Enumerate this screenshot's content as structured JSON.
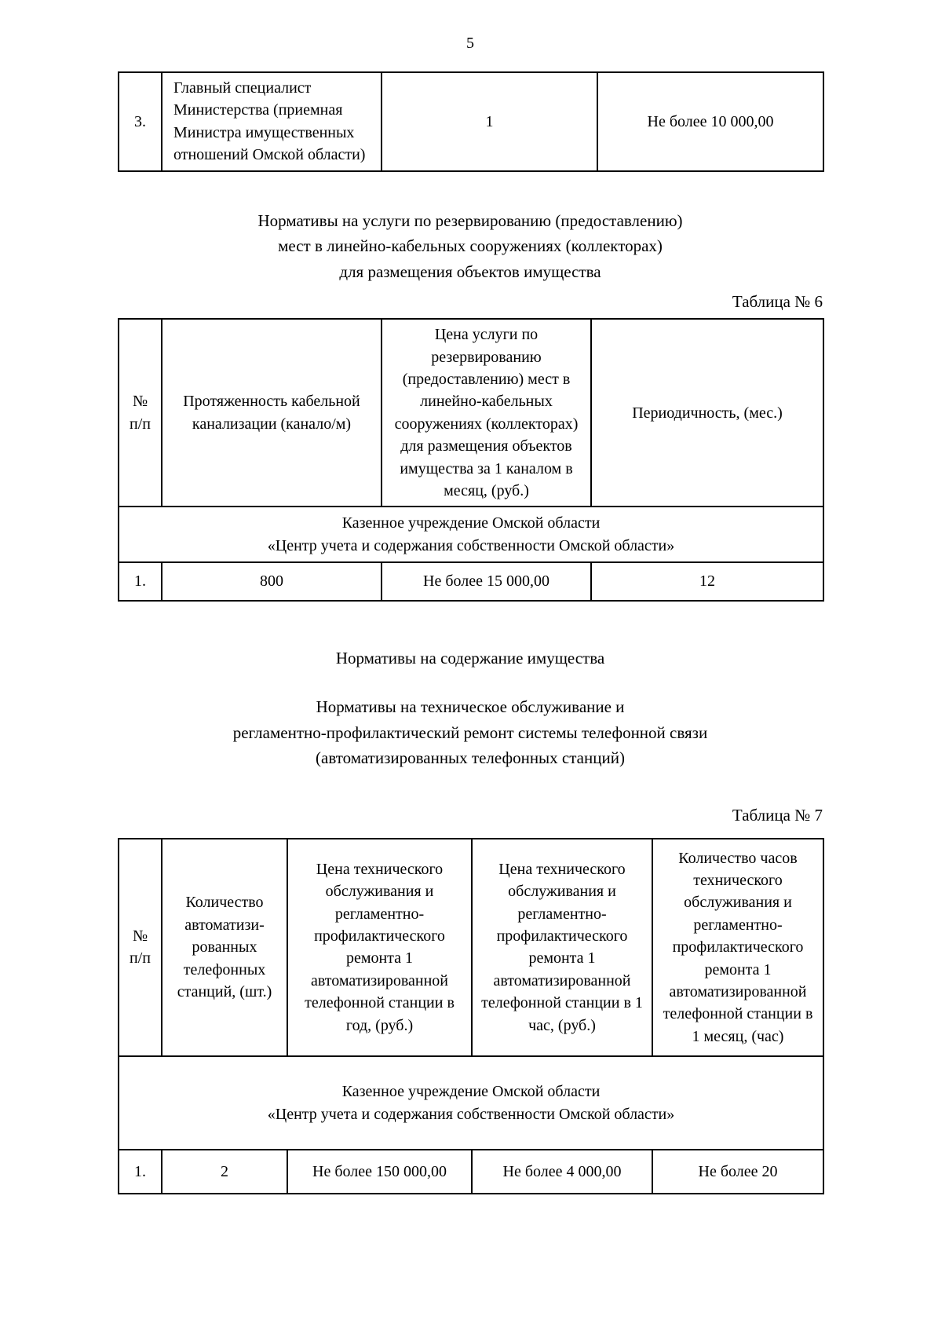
{
  "page_number": "5",
  "carryover_table": {
    "row": {
      "no": "3.",
      "position": "Главный специалист Министерства (приемная Министра имущественных отношений Омской области)",
      "quantity": "1",
      "limit": "Не более 10 000,00"
    }
  },
  "section_reservation": {
    "heading_lines": [
      "Нормативы на услуги по резервированию (предоставлению)",
      "мест в линейно-кабельных сооружениях (коллекторах)",
      "для размещения объектов имущества"
    ],
    "table_caption": "Таблица № 6",
    "table": {
      "headers": {
        "no": "№ п/п",
        "length": "Протяженность кабельной канализации (канало/м)",
        "price": "Цена услуги по резервированию (предоставлению) мест в линейно-кабельных сооружениях (коллекторах) для размещения объектов имущества за 1 каналом в месяц, (руб.)",
        "period": "Периодичность, (мес.)"
      },
      "group_lines": [
        "Казенное учреждение Омской области",
        "«Центр учета и содержания собственности Омской области»"
      ],
      "row": {
        "no": "1.",
        "length": "800",
        "price": "Не более 15 000,00",
        "period": "12"
      }
    }
  },
  "section_maintenance": {
    "heading": "Нормативы на содержание имущества",
    "sub_heading_lines": [
      "Нормативы на техническое обслуживание и",
      "регламентно-профилактический ремонт системы телефонной связи",
      "(автоматизированных телефонных станций)"
    ],
    "table_caption": "Таблица № 7",
    "table": {
      "headers": {
        "no": "№ п/п",
        "count": "Количество автоматизи-рованных телефонных станций, (шт.)",
        "price_year": "Цена технического обслуживания и регламентно-профилактического ремонта 1 автоматизированной телефонной станции в год, (руб.)",
        "price_hour": "Цена технического обслуживания и регламентно-профилактического ремонта 1 автоматизированной телефонной станции в 1 час, (руб.)",
        "hours_month": "Количество часов технического обслуживания и регламентно-профилактического ремонта 1 автоматизированной телефонной станции в 1 месяц, (час)"
      },
      "group_lines": [
        "Казенное учреждение Омской области",
        "«Центр учета и содержания собственности Омской области»"
      ],
      "row": {
        "no": "1.",
        "count": "2",
        "price_year": "Не более 150 000,00",
        "price_hour": "Не более 4 000,00",
        "hours_month": "Не более 20"
      }
    }
  }
}
